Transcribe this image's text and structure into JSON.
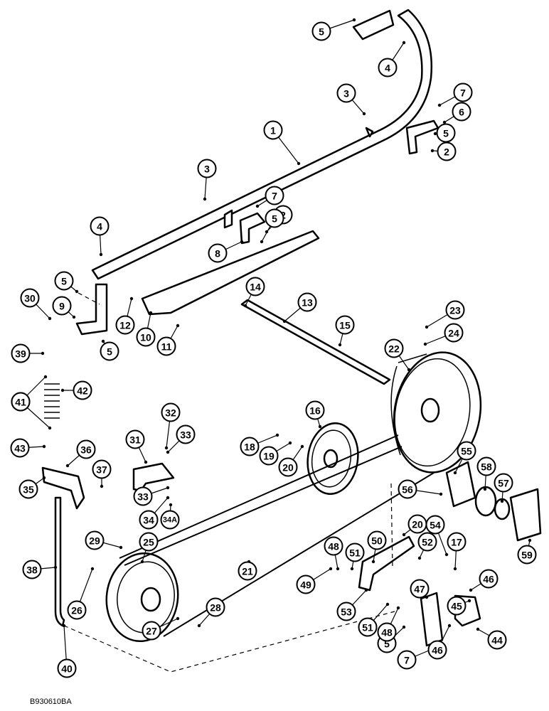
{
  "figure_id": "B930610BA",
  "callouts": [
    "1",
    "2",
    "3",
    "4",
    "5",
    "6",
    "7",
    "8",
    "9",
    "10",
    "11",
    "12",
    "13",
    "14",
    "15",
    "16",
    "17",
    "18",
    "19",
    "20",
    "21",
    "22",
    "23",
    "24",
    "25",
    "26",
    "27",
    "28",
    "29",
    "30",
    "31",
    "32",
    "33",
    "34",
    "34A",
    "35",
    "36",
    "37",
    "38",
    "39",
    "40",
    "41",
    "42",
    "43",
    "44",
    "45",
    "46",
    "47",
    "48",
    "49",
    "50",
    "51",
    "52",
    "53",
    "54",
    "55",
    "56",
    "57",
    "58",
    "59"
  ]
}
